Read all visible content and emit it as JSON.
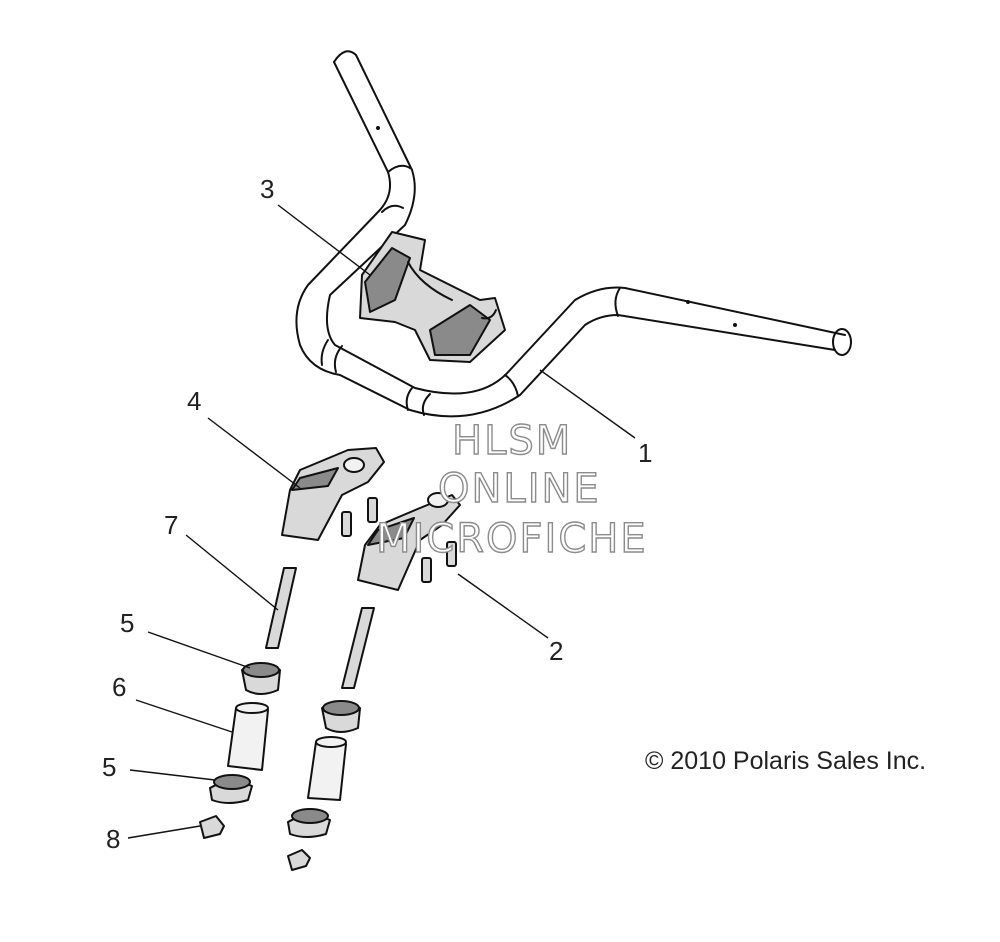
{
  "diagram": {
    "callouts": [
      "1",
      "2",
      "3",
      "4",
      "5",
      "6",
      "5",
      "7",
      "8"
    ],
    "copyright": "© 2010 Polaris Sales Inc.",
    "watermark": [
      "HLSM",
      "ONLINE",
      "MICROFICHE"
    ]
  },
  "colors": {
    "line": "#111111",
    "fill_light": "#d9d9d9",
    "fill_dark": "#8a8a8a",
    "watermark_stroke": "#8c8c8c"
  }
}
